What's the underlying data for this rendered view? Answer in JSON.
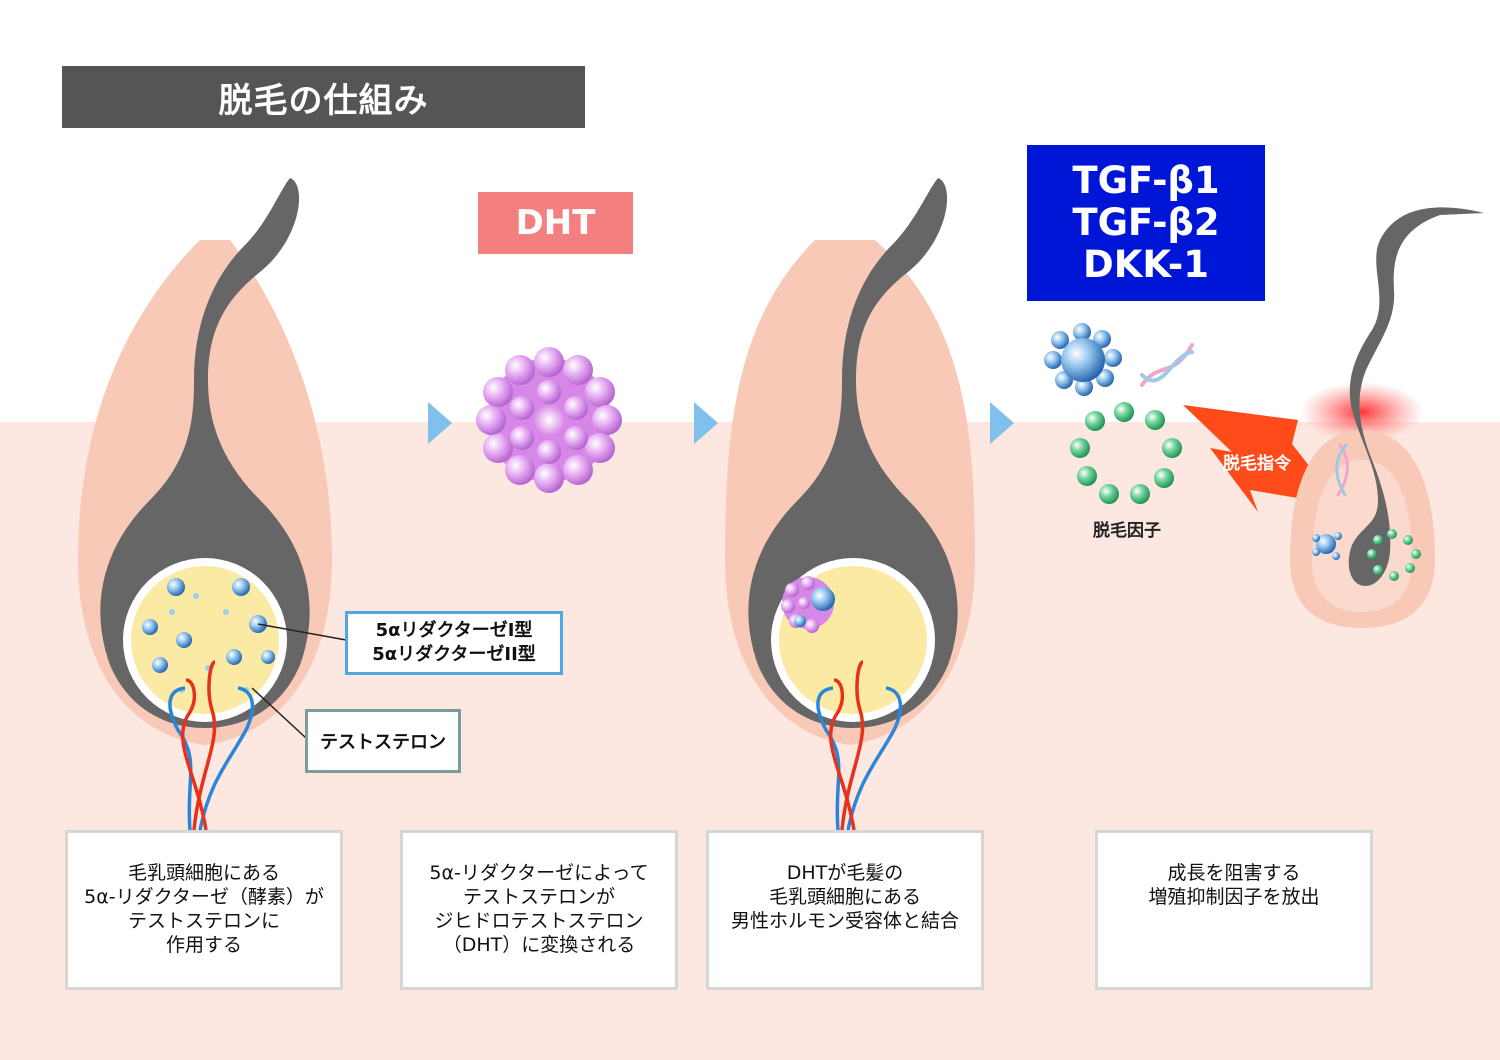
{
  "title": "脱毛の仕組み",
  "dht_label": "DHT",
  "factors": [
    "TGF-β1",
    "TGF-β2",
    "DKK-1"
  ],
  "enzyme_label": [
    "5αリダクターゼI型",
    "5αリダクターゼII型"
  ],
  "testosterone_label": "テストステロン",
  "factor_caption": "脱毛因子",
  "command_label": "脱毛指令",
  "captions": [
    [
      "毛乳頭細胞にある",
      "5α-リダクターゼ（酵素）が",
      "テストステロンに",
      "作用する"
    ],
    [
      "5α-リダクターゼによって",
      "テストステロンが",
      "ジヒドロテストステロン",
      "（DHT）に変換される"
    ],
    [
      "DHTが毛髪の",
      "毛乳頭細胞にある",
      "男性ホルモン受容体と結合"
    ],
    [
      "成長を阻害する",
      "増殖抑制因子を放出"
    ]
  ],
  "colors": {
    "skin": "#fde8e1",
    "follicle_outer": "#f9c9b8",
    "hair": "#666666",
    "papilla": "#fbeaa4",
    "title_bg": "#555555",
    "dht_bg": "#f47f7f",
    "factor_bg": "#0016d6",
    "arrow": "#7fc0ec",
    "lightning": "#ff4a1a",
    "enzyme_border": "#4fa8e0",
    "testosterone_border": "#7b9c98"
  }
}
